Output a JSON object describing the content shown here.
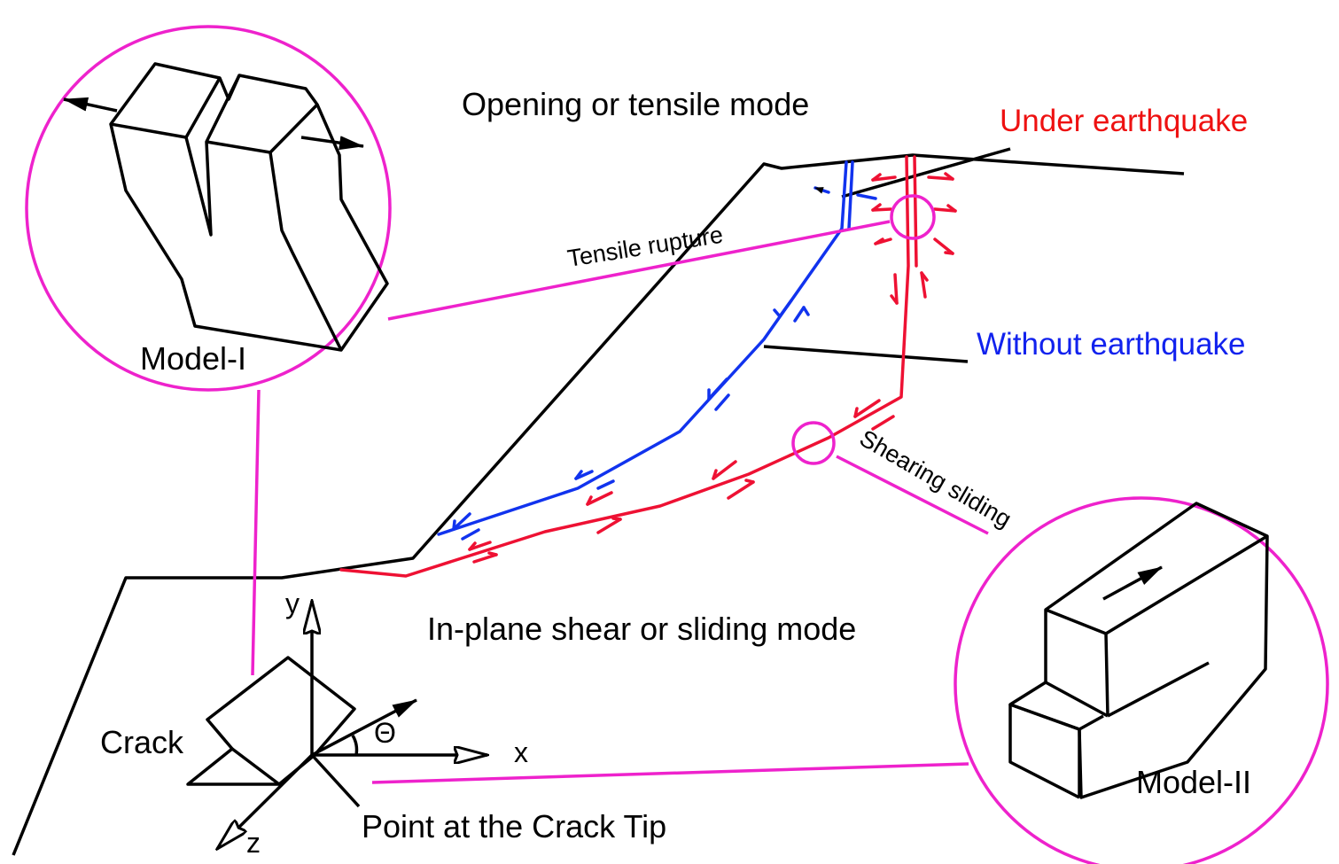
{
  "labels": {
    "opening_mode": "Opening or tensile mode",
    "under_earthquake": "Under earthquake",
    "without_earthquake": "Without earthquake",
    "tensile_rupture": "Tensile rupture",
    "shearing_sliding": "Shearing sliding",
    "sliding_mode": "In-plane shear or sliding mode",
    "model_1": "Model-I",
    "model_2": "Model-II",
    "crack": "Crack",
    "crack_tip": "Point at the Crack Tip",
    "axis_x": "x",
    "axis_y": "y",
    "axis_z": "z",
    "theta": "Θ"
  },
  "colors": {
    "line": "#000000",
    "magenta": "#ee22cc",
    "red": "#ee1133",
    "blue": "#1133ee",
    "under_earthquake_text": "#ee1111",
    "without_earthquake_text": "#1122ee"
  }
}
